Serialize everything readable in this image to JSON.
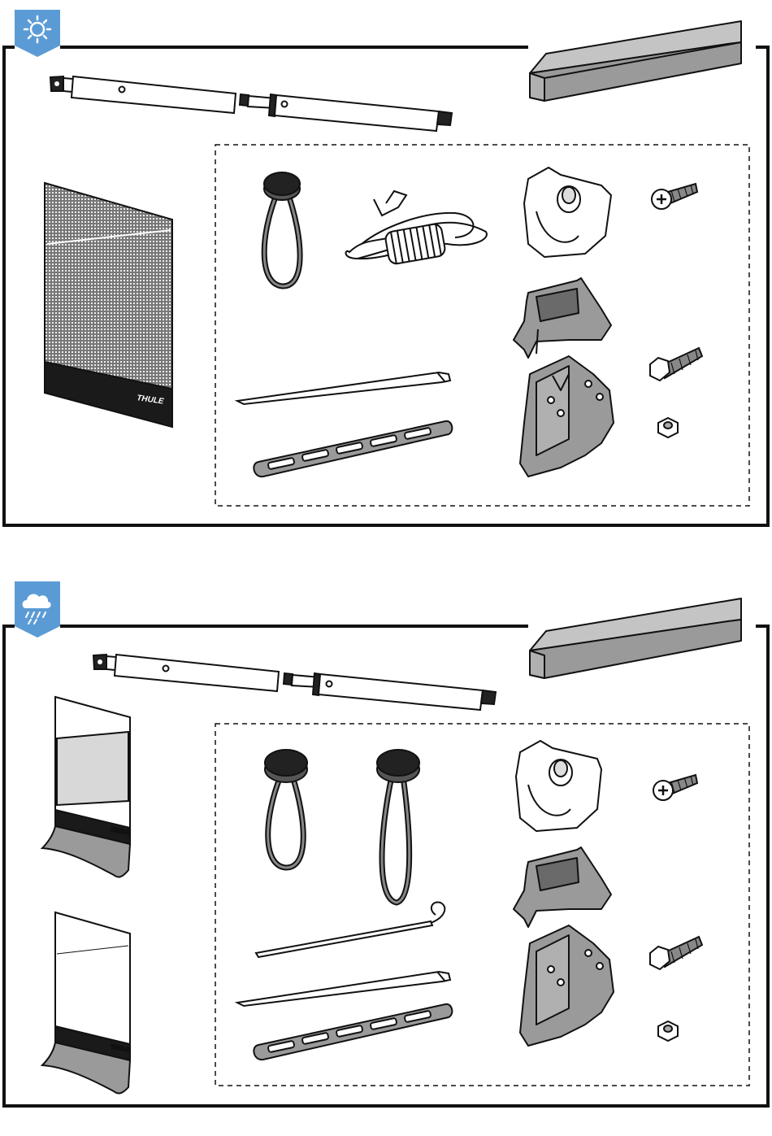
{
  "brand_text": "THULE",
  "colors": {
    "badge": "#5b9bd5",
    "part_grey": "#9a9a9a",
    "outline": "#111111",
    "panel_black": "#1a1a1a"
  },
  "panels": [
    {
      "condition": "sun",
      "badge_icon": "sun-icon",
      "parts": [
        "telescopic-pole",
        "channel-rail",
        "mesh-side-panel",
        "elastic-loop",
        "guy-rope",
        "bracket-top",
        "screw",
        "bracket-middle",
        "hex-bolt",
        "bracket-bottom",
        "nut",
        "tent-peg",
        "slotted-strap"
      ]
    },
    {
      "condition": "rain",
      "badge_icon": "rain-cloud-icon",
      "parts": [
        "telescopic-pole",
        "channel-rail",
        "window-side-panel",
        "plain-side-panel",
        "elastic-loop",
        "elastic-loop-long",
        "bracket-top",
        "screw",
        "bracket-middle",
        "hex-bolt",
        "bracket-bottom",
        "nut",
        "rod-peg",
        "tent-peg",
        "slotted-strap"
      ]
    }
  ]
}
